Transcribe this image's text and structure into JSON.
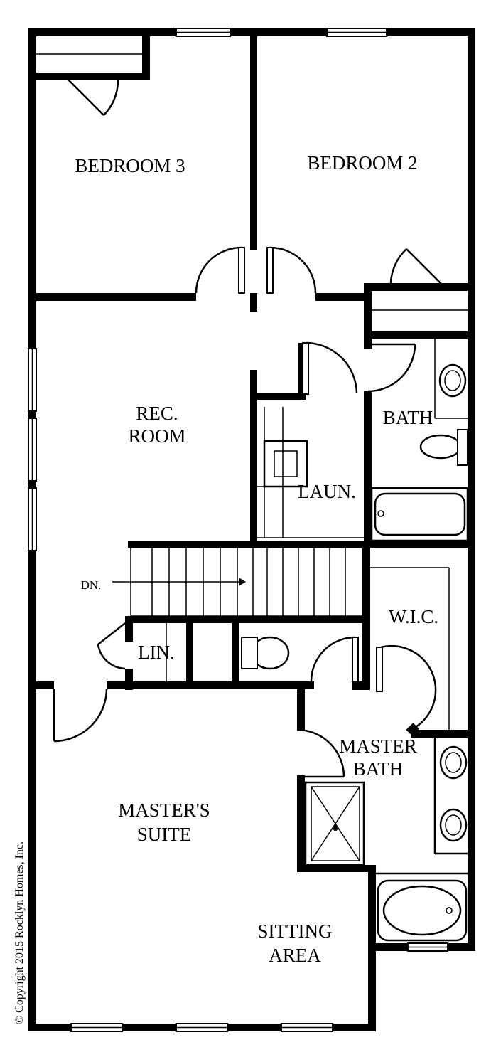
{
  "rooms": {
    "bedroom3": "BEDROOM 3",
    "bedroom2": "BEDROOM 2",
    "rec_line1": "REC.",
    "rec_line2": "ROOM",
    "bath": "BATH",
    "laundry": "LAUN.",
    "stairs_dn": "DN.",
    "wic": "W.I.C.",
    "linen": "LIN.",
    "master_bath_line1": "MASTER",
    "master_bath_line2": "BATH",
    "master_suite_line1": "MASTER'S",
    "master_suite_line2": "SUITE",
    "sitting_line1": "SITTING",
    "sitting_line2": "AREA"
  },
  "copyright": "© Copyright 2015 Rocklyn Homes, Inc."
}
